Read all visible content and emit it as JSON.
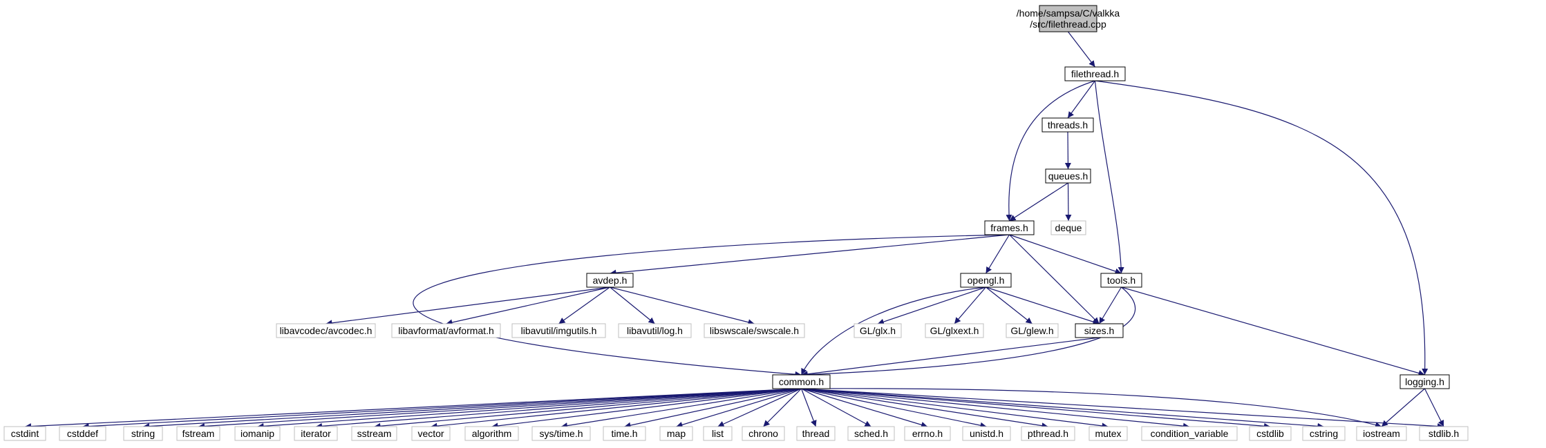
{
  "colors": {
    "edge": "#191970",
    "root_fill": "#bfbfbf",
    "node_border": "#000000",
    "external_border": "#bfbfbf",
    "background": "#ffffff"
  },
  "nodes": {
    "root": {
      "lines": [
        "/home/sampsa/C/valkka",
        "/src/filethread.cpp"
      ],
      "kind": "root"
    },
    "filethread_h": {
      "label": "filethread.h",
      "kind": "header"
    },
    "threads_h": {
      "label": "threads.h",
      "kind": "header"
    },
    "queues_h": {
      "label": "queues.h",
      "kind": "header"
    },
    "deque": {
      "label": "deque",
      "kind": "external"
    },
    "frames_h": {
      "label": "frames.h",
      "kind": "header"
    },
    "avdep_h": {
      "label": "avdep.h",
      "kind": "header"
    },
    "opengl_h": {
      "label": "opengl.h",
      "kind": "header"
    },
    "tools_h": {
      "label": "tools.h",
      "kind": "header"
    },
    "avcodec_h": {
      "label": "libavcodec/avcodec.h",
      "kind": "external"
    },
    "avformat_h": {
      "label": "libavformat/avformat.h",
      "kind": "external"
    },
    "imgutils_h": {
      "label": "libavutil/imgutils.h",
      "kind": "external"
    },
    "log_h": {
      "label": "libavutil/log.h",
      "kind": "external"
    },
    "swscale_h": {
      "label": "libswscale/swscale.h",
      "kind": "external"
    },
    "glx_h": {
      "label": "GL/glx.h",
      "kind": "external"
    },
    "glxext_h": {
      "label": "GL/glxext.h",
      "kind": "external"
    },
    "glew_h": {
      "label": "GL/glew.h",
      "kind": "external"
    },
    "sizes_h": {
      "label": "sizes.h",
      "kind": "header"
    },
    "common_h": {
      "label": "common.h",
      "kind": "header"
    },
    "logging_h": {
      "label": "logging.h",
      "kind": "header"
    },
    "cstdint": {
      "label": "cstdint",
      "kind": "external"
    },
    "cstddef": {
      "label": "cstddef",
      "kind": "external"
    },
    "string": {
      "label": "string",
      "kind": "external"
    },
    "fstream": {
      "label": "fstream",
      "kind": "external"
    },
    "iomanip": {
      "label": "iomanip",
      "kind": "external"
    },
    "iterator": {
      "label": "iterator",
      "kind": "external"
    },
    "sstream": {
      "label": "sstream",
      "kind": "external"
    },
    "vector": {
      "label": "vector",
      "kind": "external"
    },
    "algorithm": {
      "label": "algorithm",
      "kind": "external"
    },
    "sys_time_h": {
      "label": "sys/time.h",
      "kind": "external"
    },
    "time_h": {
      "label": "time.h",
      "kind": "external"
    },
    "map": {
      "label": "map",
      "kind": "external"
    },
    "list": {
      "label": "list",
      "kind": "external"
    },
    "chrono": {
      "label": "chrono",
      "kind": "external"
    },
    "thread": {
      "label": "thread",
      "kind": "external"
    },
    "sched_h": {
      "label": "sched.h",
      "kind": "external"
    },
    "errno_h": {
      "label": "errno.h",
      "kind": "external"
    },
    "unistd_h": {
      "label": "unistd.h",
      "kind": "external"
    },
    "pthread_h": {
      "label": "pthread.h",
      "kind": "external"
    },
    "mutex": {
      "label": "mutex",
      "kind": "external"
    },
    "condition_variable": {
      "label": "condition_variable",
      "kind": "external"
    },
    "cstdlib": {
      "label": "cstdlib",
      "kind": "external"
    },
    "cstring": {
      "label": "cstring",
      "kind": "external"
    },
    "iostream": {
      "label": "iostream",
      "kind": "external"
    },
    "stdlib_h": {
      "label": "stdlib.h",
      "kind": "external"
    }
  },
  "edges": [
    [
      "root",
      "filethread_h"
    ],
    [
      "filethread_h",
      "frames_h"
    ],
    [
      "filethread_h",
      "threads_h"
    ],
    [
      "filethread_h",
      "tools_h"
    ],
    [
      "filethread_h",
      "logging_h"
    ],
    [
      "threads_h",
      "queues_h"
    ],
    [
      "queues_h",
      "frames_h"
    ],
    [
      "queues_h",
      "deque"
    ],
    [
      "frames_h",
      "avdep_h"
    ],
    [
      "frames_h",
      "opengl_h"
    ],
    [
      "frames_h",
      "tools_h"
    ],
    [
      "frames_h",
      "sizes_h"
    ],
    [
      "frames_h",
      "common_h"
    ],
    [
      "avdep_h",
      "avcodec_h"
    ],
    [
      "avdep_h",
      "avformat_h"
    ],
    [
      "avdep_h",
      "imgutils_h"
    ],
    [
      "avdep_h",
      "log_h"
    ],
    [
      "avdep_h",
      "swscale_h"
    ],
    [
      "opengl_h",
      "common_h"
    ],
    [
      "opengl_h",
      "glx_h"
    ],
    [
      "opengl_h",
      "glxext_h"
    ],
    [
      "opengl_h",
      "glew_h"
    ],
    [
      "opengl_h",
      "sizes_h"
    ],
    [
      "tools_h",
      "sizes_h"
    ],
    [
      "tools_h",
      "common_h"
    ],
    [
      "tools_h",
      "logging_h"
    ],
    [
      "sizes_h",
      "common_h"
    ],
    [
      "logging_h",
      "iostream"
    ],
    [
      "logging_h",
      "stdlib_h"
    ],
    [
      "common_h",
      "cstdint"
    ],
    [
      "common_h",
      "cstddef"
    ],
    [
      "common_h",
      "string"
    ],
    [
      "common_h",
      "fstream"
    ],
    [
      "common_h",
      "iomanip"
    ],
    [
      "common_h",
      "iterator"
    ],
    [
      "common_h",
      "sstream"
    ],
    [
      "common_h",
      "vector"
    ],
    [
      "common_h",
      "algorithm"
    ],
    [
      "common_h",
      "sys_time_h"
    ],
    [
      "common_h",
      "time_h"
    ],
    [
      "common_h",
      "map"
    ],
    [
      "common_h",
      "list"
    ],
    [
      "common_h",
      "chrono"
    ],
    [
      "common_h",
      "thread"
    ],
    [
      "common_h",
      "sched_h"
    ],
    [
      "common_h",
      "errno_h"
    ],
    [
      "common_h",
      "unistd_h"
    ],
    [
      "common_h",
      "pthread_h"
    ],
    [
      "common_h",
      "mutex"
    ],
    [
      "common_h",
      "condition_variable"
    ],
    [
      "common_h",
      "cstdlib"
    ],
    [
      "common_h",
      "cstring"
    ],
    [
      "common_h",
      "iostream"
    ],
    [
      "common_h",
      "stdlib_h"
    ]
  ]
}
